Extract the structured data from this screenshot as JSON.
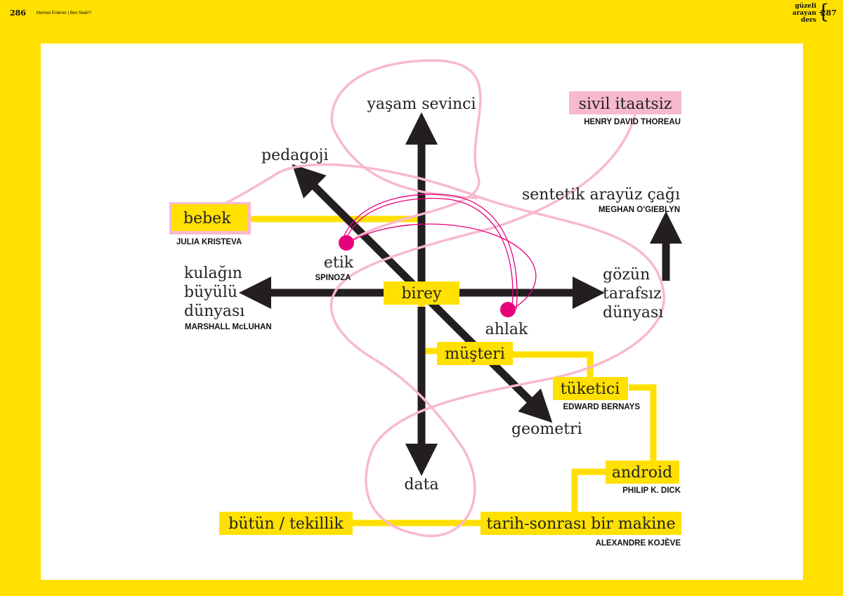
{
  "header": {
    "page_left": "286",
    "running_head": "Memed Erdener | Ben Nedir?",
    "page_right": "287",
    "logo_lines": [
      "güzeli",
      "arayan",
      "ders"
    ]
  },
  "colors": {
    "background": "#FFE000",
    "panel": "#FFFFFF",
    "yellow": "#FFE000",
    "arrow": "#231F20",
    "pink_line": "#F7B9CF",
    "pink_box": "#F7B9CF",
    "magenta": "#E6007E"
  },
  "diagram": {
    "center": "birey",
    "axes": {
      "up": "yaşam sevinci",
      "down": "data",
      "left": [
        "kulağın",
        "büyülü",
        "dünyası"
      ],
      "left_author": "MARSHALL McLUHAN",
      "right": [
        "gözün",
        "tarafsız",
        "dünyası"
      ],
      "diag_up": "pedagoji",
      "diag_down": "geometri"
    },
    "nodes": {
      "sivil": {
        "label": "sivil itaatsiz",
        "author": "HENRY DAVID THOREAU"
      },
      "sentetik": {
        "label": "sentetik arayüz çağı",
        "author": "MEGHAN O'GIEBLYN"
      },
      "bebek": {
        "label": "bebek",
        "author": "JULIA KRISTEVA"
      },
      "etik": {
        "label": "etik",
        "author": "SPINOZA"
      },
      "ahlak": {
        "label": "ahlak"
      },
      "musteri": {
        "label": "müşteri"
      },
      "tuketici": {
        "label": "tüketici",
        "author": "EDWARD BERNAYS"
      },
      "android": {
        "label": "android",
        "author": "PHILIP K. DICK"
      },
      "butun": {
        "label": "bütün / tekillik"
      },
      "tarih": {
        "label": "tarih-sonrası bir makine",
        "author": "ALEXANDRE KOJÈVE"
      }
    }
  }
}
